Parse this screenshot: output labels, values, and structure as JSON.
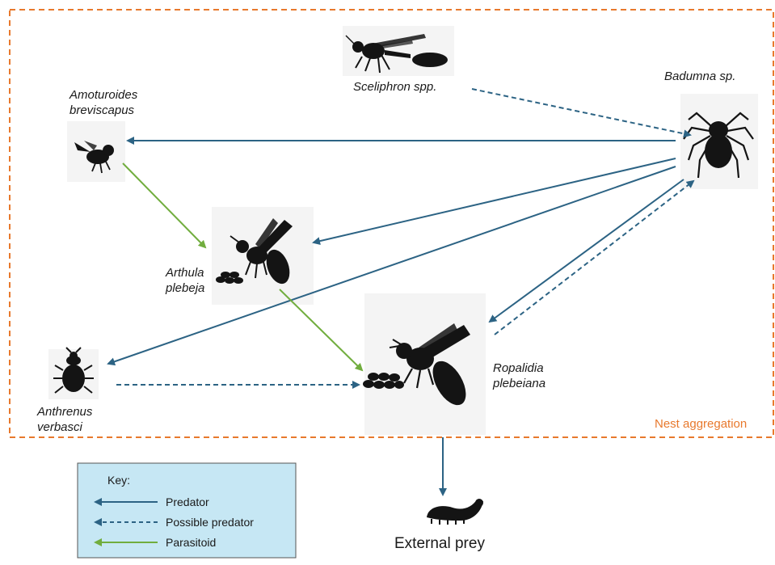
{
  "nest_label": "Nest aggregation",
  "species": {
    "sceliphron": "Sceliphron spp.",
    "badumna": "Badumna sp.",
    "amoturoides_1": "Amoturoides",
    "amoturoides_2": "breviscapus",
    "arthula_1": "Arthula",
    "arthula_2": "plebeja",
    "ropalidia_1": "Ropalidia",
    "ropalidia_2": "plebeiana",
    "anthrenus_1": "Anthrenus",
    "anthrenus_2": "verbasci"
  },
  "external_prey": "External prey",
  "key": {
    "title": "Key:",
    "predator": "Predator",
    "possible_predator": "Possible predator",
    "parasitoid": "Parasitoid"
  },
  "colors": {
    "predator": "#2c6384",
    "parasitoid": "#71ad3e",
    "nest_border": "#e8792d",
    "key_background": "#c6e7f4"
  },
  "icons": [
    "wasp-icon",
    "spider-icon",
    "fly-icon",
    "beetle-icon",
    "caterpillar-icon",
    "larvae-icon"
  ]
}
